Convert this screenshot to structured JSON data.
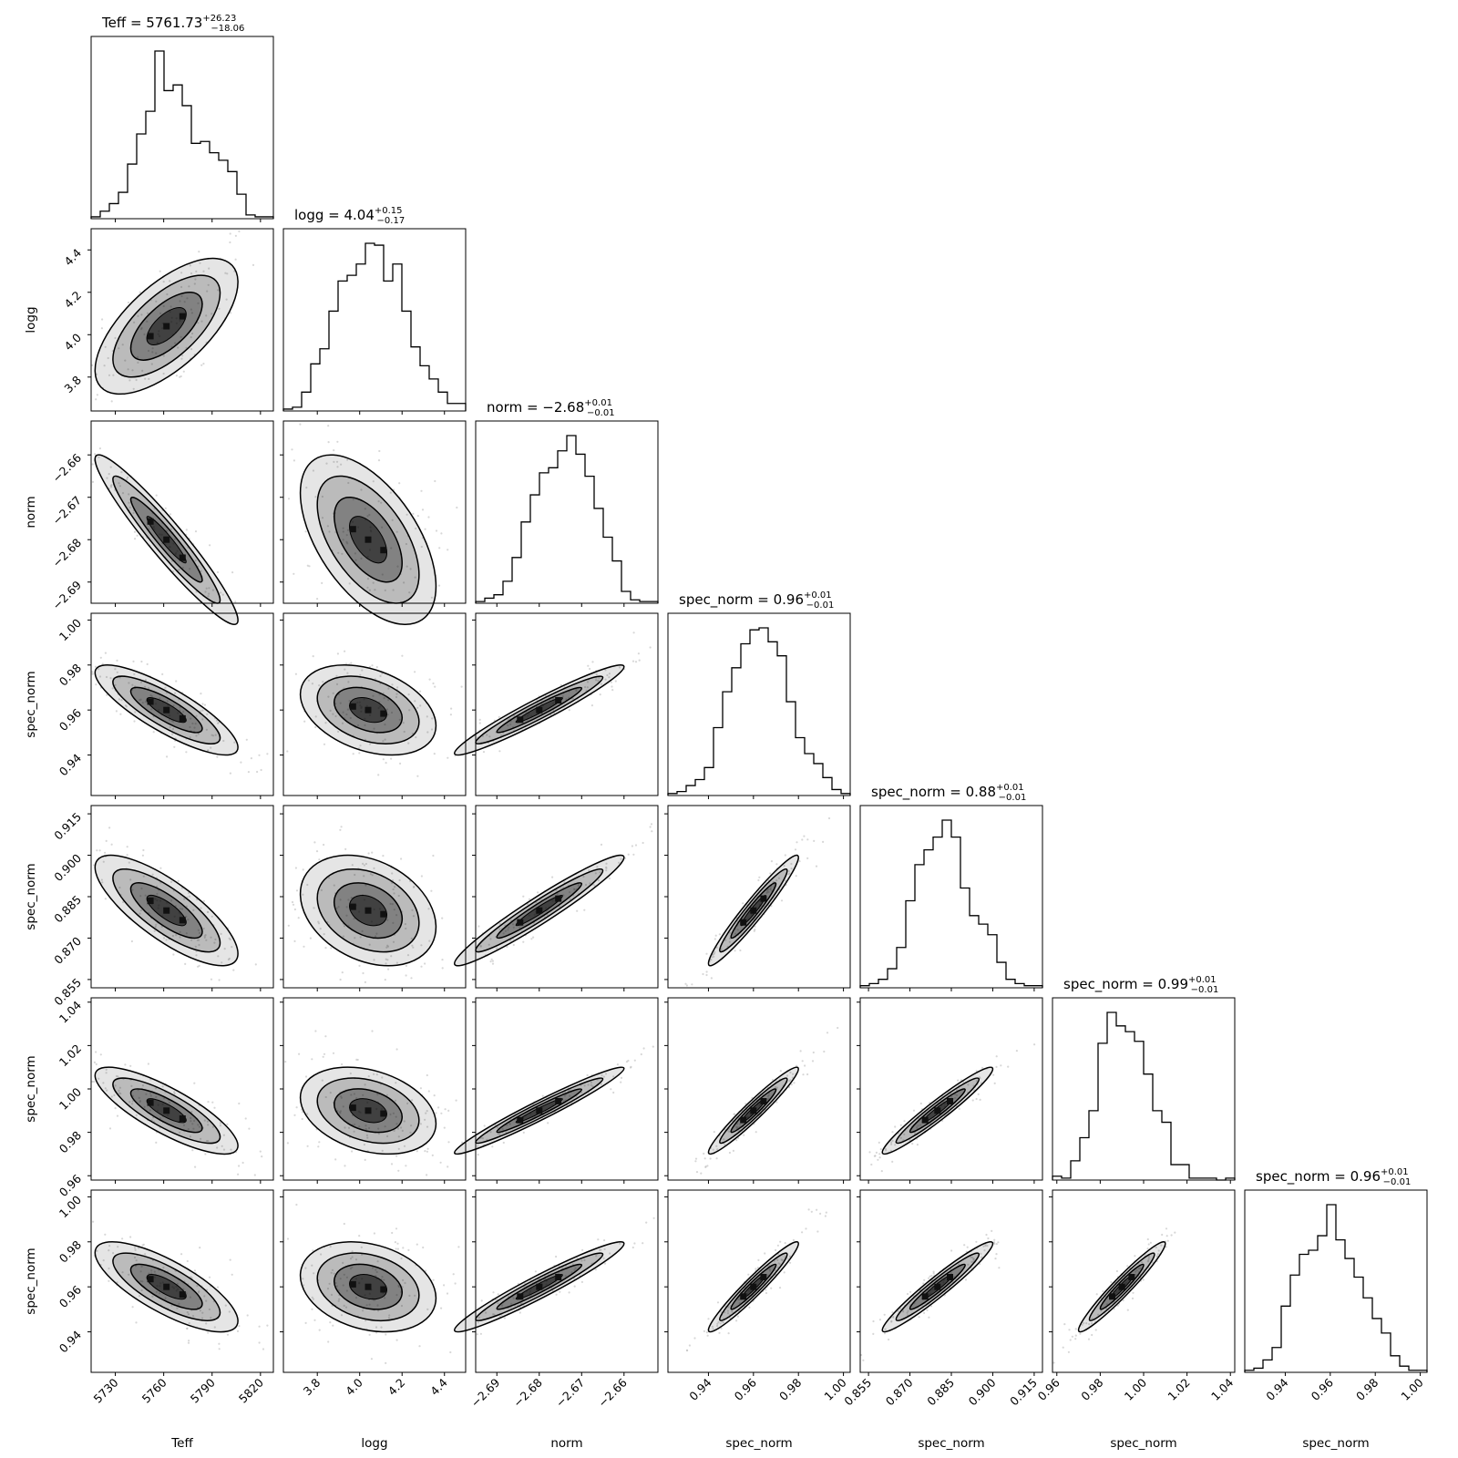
{
  "chart_data": {
    "type": "corner",
    "parameters": [
      {
        "name": "Teff",
        "xlabel": "Teff",
        "ylabel": "",
        "title": {
          "text": "Teff = 5761.73",
          "upper": "+26.23",
          "lower": "−18.06"
        },
        "median": 5761.73,
        "err_plus": 26.23,
        "err_minus": 18.06,
        "range": [
          5715,
          5828
        ],
        "ticks": [
          5730,
          5760,
          5790,
          5820
        ],
        "tick_labels": [
          "5730",
          "5760",
          "5790",
          "5820"
        ],
        "hist": [
          1,
          4,
          8,
          14,
          29,
          45,
          57,
          89,
          68,
          71,
          60,
          40,
          41,
          35,
          31,
          25,
          13,
          2,
          1,
          1
        ]
      },
      {
        "name": "logg",
        "xlabel": "logg",
        "ylabel": "logg",
        "title": {
          "text": "logg = 4.04",
          "upper": "+0.15",
          "lower": "−0.17"
        },
        "median": 4.04,
        "err_plus": 0.15,
        "err_minus": 0.17,
        "range": [
          3.64,
          4.5
        ],
        "ticks": [
          3.8,
          4.0,
          4.2,
          4.4
        ],
        "tick_labels": [
          "3.8",
          "4.0",
          "4.2",
          "4.4"
        ],
        "hist": [
          1,
          2,
          10,
          25,
          33,
          53,
          69,
          72,
          78,
          89,
          88,
          69,
          78,
          53,
          34,
          24,
          17,
          10,
          4,
          4
        ]
      },
      {
        "name": "norm",
        "xlabel": "norm",
        "ylabel": "norm",
        "title": {
          "text": "norm = −2.68",
          "upper": "+0.01",
          "lower": "−0.01"
        },
        "median": -2.68,
        "err_plus": 0.01,
        "err_minus": 0.01,
        "range": [
          -2.695,
          -2.652
        ],
        "ticks": [
          -2.69,
          -2.68,
          -2.67,
          -2.66
        ],
        "tick_labels": [
          "−2.69",
          "−2.68",
          "−2.67",
          "−2.66"
        ],
        "hist": [
          1,
          3,
          5,
          13,
          27,
          48,
          64,
          77,
          80,
          90,
          99,
          88,
          75,
          56,
          39,
          25,
          7,
          2,
          1,
          1
        ]
      },
      {
        "name": "spec_norm_1",
        "xlabel": "spec_norm",
        "ylabel": "spec_norm",
        "title": {
          "text": "spec_norm = 0.96",
          "upper": "+0.01",
          "lower": "−0.01"
        },
        "median": 0.96,
        "err_plus": 0.01,
        "err_minus": 0.01,
        "range": [
          0.922,
          1.003
        ],
        "ticks": [
          0.94,
          0.96,
          0.98,
          1.0
        ],
        "tick_labels": [
          "0.94",
          "0.96",
          "0.98",
          "1.00"
        ],
        "hist": [
          1,
          2,
          5,
          8,
          14,
          34,
          52,
          64,
          76,
          83,
          84,
          77,
          70,
          47,
          29,
          21,
          16,
          9,
          3,
          1
        ]
      },
      {
        "name": "spec_norm_2",
        "xlabel": "spec_norm",
        "ylabel": "spec_norm",
        "title": {
          "text": "spec_norm = 0.88",
          "upper": "+0.01",
          "lower": "−0.01"
        },
        "median": 0.88,
        "err_plus": 0.01,
        "err_minus": 0.01,
        "range": [
          0.852,
          0.918
        ],
        "ticks": [
          0.855,
          0.87,
          0.885,
          0.9,
          0.915
        ],
        "tick_labels": [
          "0.855",
          "0.870",
          "0.885",
          "0.900",
          "0.915"
        ],
        "hist": [
          1,
          2,
          4,
          9,
          19,
          41,
          58,
          65,
          71,
          79,
          71,
          47,
          34,
          30,
          25,
          12,
          4,
          2,
          1,
          1
        ]
      },
      {
        "name": "spec_norm_3",
        "xlabel": "spec_norm",
        "ylabel": "spec_norm",
        "title": {
          "text": "spec_norm = 0.99",
          "upper": "+0.01",
          "lower": "−0.01"
        },
        "median": 0.99,
        "err_plus": 0.01,
        "err_minus": 0.01,
        "range": [
          0.958,
          1.042
        ],
        "ticks": [
          0.96,
          0.98,
          1.0,
          1.02,
          1.04
        ],
        "tick_labels": [
          "0.96",
          "0.98",
          "1.00",
          "1.02",
          "1.04"
        ],
        "hist": [
          2,
          1,
          10,
          22,
          36,
          71,
          87,
          80,
          77,
          72,
          55,
          36,
          30,
          8,
          8,
          1,
          1,
          1,
          0,
          1
        ]
      },
      {
        "name": "spec_norm_4",
        "xlabel": "spec_norm",
        "ylabel": "spec_norm",
        "title": {
          "text": "spec_norm = 0.96",
          "upper": "+0.01",
          "lower": "−0.01"
        },
        "median": 0.96,
        "err_plus": 0.01,
        "err_minus": 0.01,
        "range": [
          0.922,
          1.003
        ],
        "ticks": [
          0.94,
          0.96,
          0.98,
          1.0
        ],
        "tick_labels": [
          "0.94",
          "0.96",
          "0.98",
          "1.00"
        ],
        "hist": [
          1,
          2,
          6,
          12,
          32,
          47,
          57,
          59,
          66,
          81,
          64,
          55,
          46,
          36,
          26,
          19,
          8,
          3,
          1,
          1
        ]
      }
    ],
    "correlations": [
      [
        1.0,
        0.65,
        -0.95,
        -0.83,
        -0.78,
        -0.81,
        -0.76
      ],
      [
        0.65,
        1.0,
        -0.55,
        -0.35,
        -0.3,
        -0.3,
        -0.25
      ],
      [
        -0.95,
        -0.55,
        1.0,
        0.96,
        0.96,
        0.97,
        0.96
      ],
      [
        -0.83,
        -0.35,
        0.96,
        1.0,
        0.96,
        0.96,
        0.96
      ],
      [
        -0.78,
        -0.3,
        0.96,
        0.96,
        1.0,
        0.96,
        0.96
      ],
      [
        -0.81,
        -0.3,
        0.97,
        0.96,
        0.96,
        1.0,
        0.96
      ],
      [
        -0.76,
        -0.25,
        0.96,
        0.96,
        0.96,
        0.96,
        1.0
      ]
    ],
    "contour_levels": 4,
    "grid": false,
    "colors": {
      "line": "#000000",
      "density": "#000000",
      "points": "#bdbdbd"
    }
  }
}
